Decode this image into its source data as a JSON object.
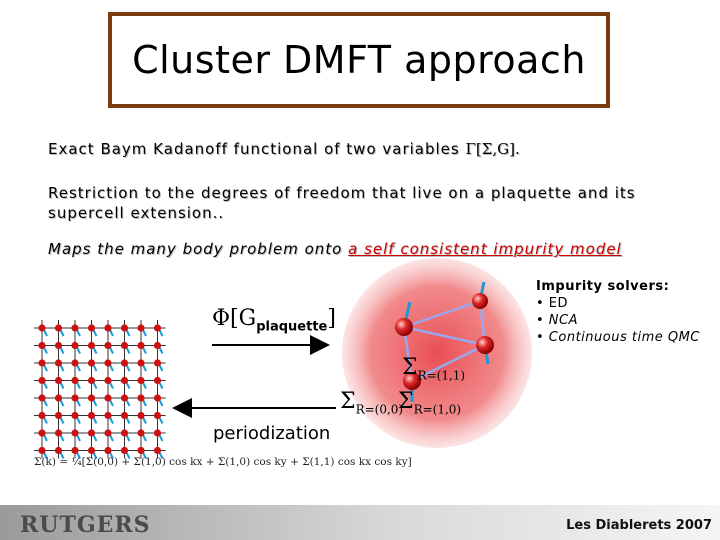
{
  "title": "Cluster DMFT approach",
  "bullets": {
    "line1_text": "Exact Baym Kadanoff functional of two variables ",
    "line1_functional": "Γ[Σ,G].",
    "line2": "Restriction to the degrees of freedom that live on a plaquette and its supercell extension..",
    "line3_prefix": "Maps the many body problem onto ",
    "line3_highlight": "a self consistent impurity model"
  },
  "solvers": {
    "header": "Impurity solvers:",
    "items": [
      "• ED",
      "• NCA",
      "• Continuous time QMC"
    ]
  },
  "diagram": {
    "phi_main": "Φ[G",
    "phi_sub": "plaquette",
    "phi_close": "]",
    "sigma_11": {
      "symbol": "Σ",
      "sub": "R=(1,1)"
    },
    "sigma_00": {
      "symbol": "Σ",
      "sub": "R=(0,0)"
    },
    "sigma_10": {
      "symbol": "Σ",
      "sub": "R=(1,0)"
    },
    "periodization": "periodization",
    "formula": "Σ(k) = ¼[Σ(0,0) + Σ(1,0) cos kx + Σ(1,0) cos ky + Σ(1,1) cos kx cos ky]",
    "colors": {
      "lattice_red": "#cc1111",
      "lattice_blue": "#1a9ad6",
      "disc": "#e8454a",
      "arrow": "#000000"
    }
  },
  "footer": {
    "logo": "RUTGERS",
    "venue": "Les Diablerets 2007"
  }
}
